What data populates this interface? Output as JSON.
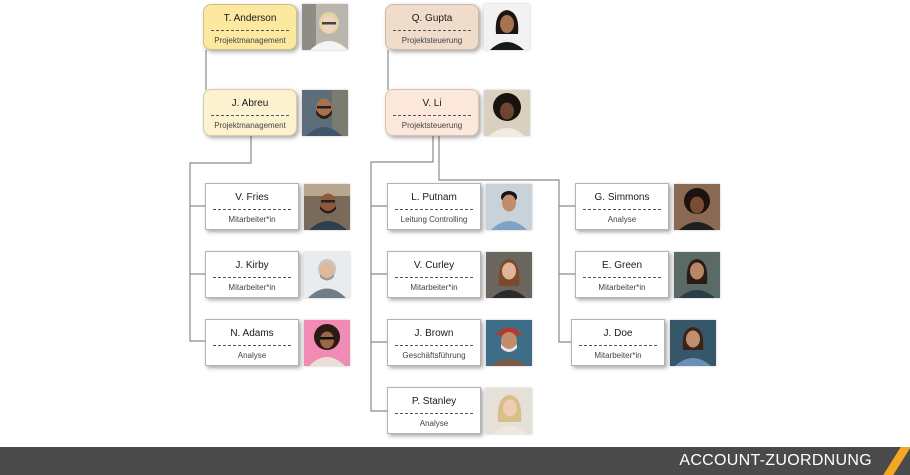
{
  "footer": {
    "title": "ACCOUNT-ZUORDNUNG"
  },
  "colors": {
    "management": "#fde8a0",
    "management_light": "#fdf2cf",
    "steering": "#f0dccb",
    "steering_light": "#fbe8da",
    "footer": "#4a4a4a",
    "accent": "#f5a623"
  },
  "nodes": [
    {
      "name": "T. Anderson",
      "role": "Projektmanagement"
    },
    {
      "name": "J. Abreu",
      "role": "Projektmanagement"
    },
    {
      "name": "V. Fries",
      "role": "Mitarbeiter*in"
    },
    {
      "name": "J. Kirby",
      "role": "Mitarbeiter*in"
    },
    {
      "name": "N. Adams",
      "role": "Analyse"
    },
    {
      "name": "Q. Gupta",
      "role": "Projektsteuerung"
    },
    {
      "name": "V. Li",
      "role": "Projektsteuerung"
    },
    {
      "name": "L. Putnam",
      "role": "Leitung Controlling"
    },
    {
      "name": "V. Curley",
      "role": "Mitarbeiter*in"
    },
    {
      "name": "J. Brown",
      "role": "Geschäftsführung"
    },
    {
      "name": "P. Stanley",
      "role": "Analyse"
    },
    {
      "name": "G. Simmons",
      "role": "Analyse"
    },
    {
      "name": "E. Green",
      "role": "Mitarbeiter*in"
    },
    {
      "name": "J. Doe",
      "role": "Mitarbeiter*in"
    }
  ]
}
